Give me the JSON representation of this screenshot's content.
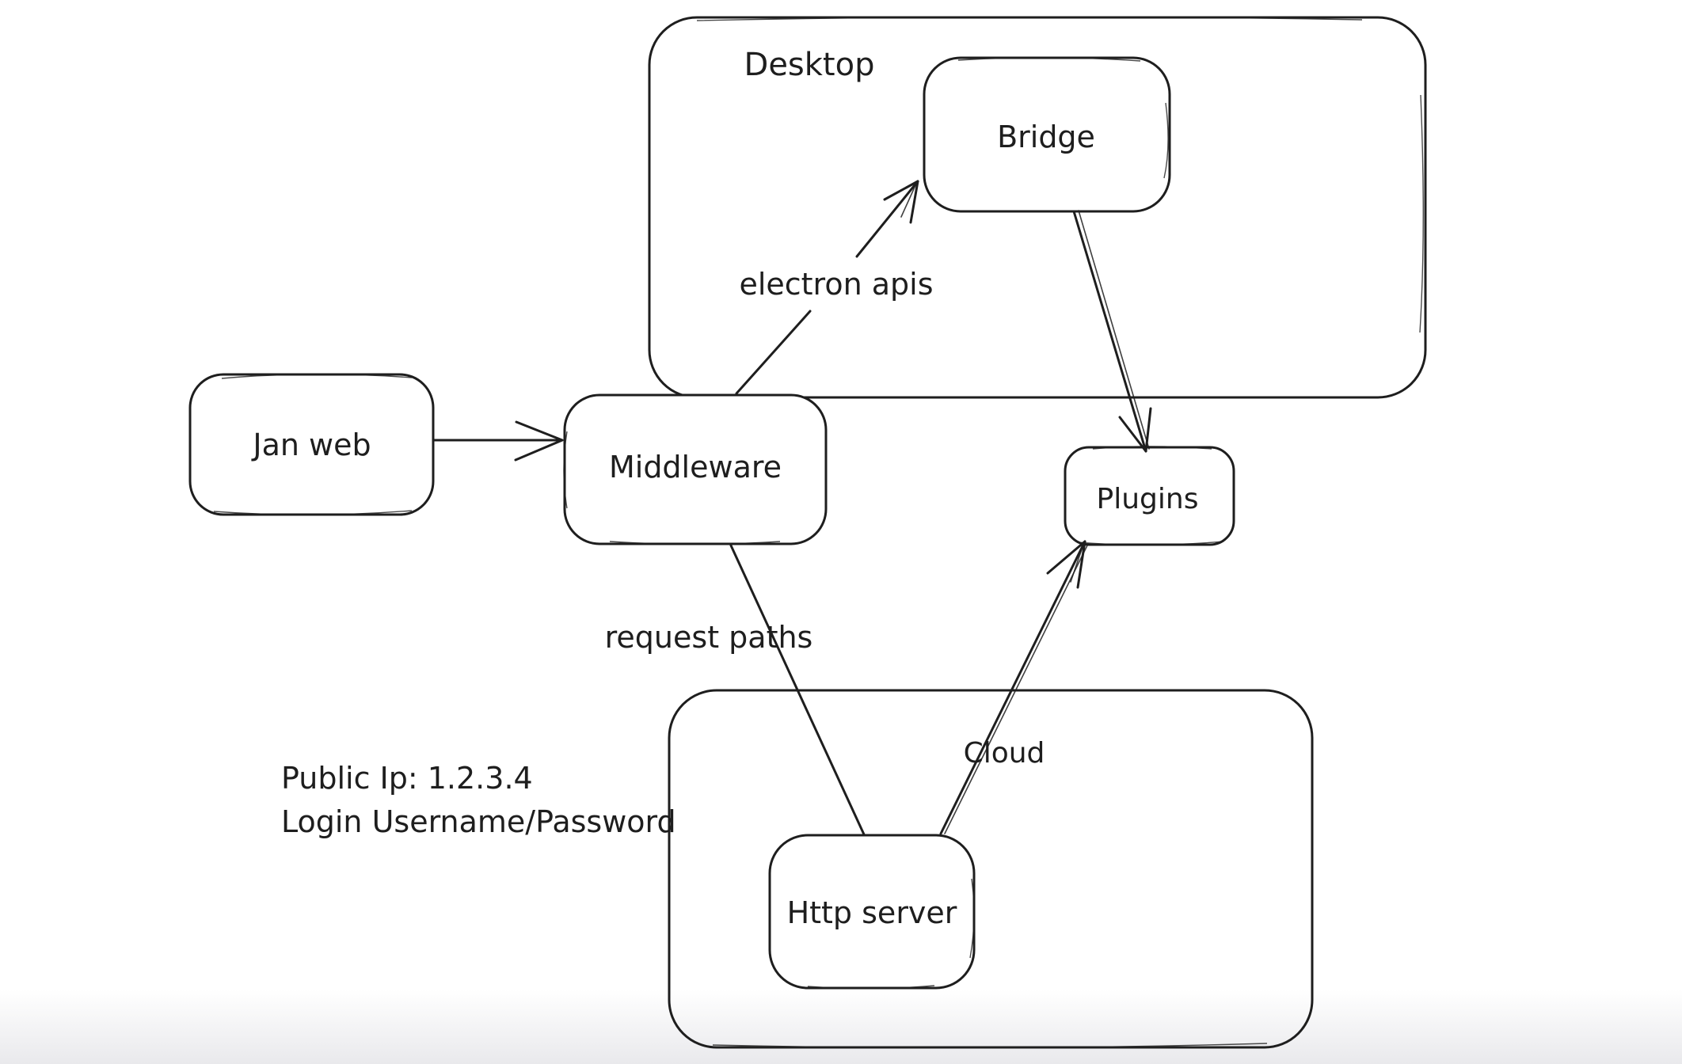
{
  "canvas": {
    "background_color": "#ffffff",
    "stroke_color": "#1e1e1e",
    "bottom_fade_color": "#e9e9ec",
    "style": "hand-drawn whiteboard diagram"
  },
  "containers": [
    {
      "id": "desktop",
      "label": "Desktop"
    },
    {
      "id": "cloud",
      "label": "Cloud"
    }
  ],
  "nodes": [
    {
      "id": "jan-web",
      "label": "Jan web"
    },
    {
      "id": "middleware",
      "label": "Middleware"
    },
    {
      "id": "bridge",
      "label": "Bridge"
    },
    {
      "id": "plugins",
      "label": "Plugins"
    },
    {
      "id": "http-server",
      "label": "Http server"
    }
  ],
  "edges": [
    {
      "id": "jan-web-to-middleware",
      "from": "Jan web",
      "to": "Middleware",
      "label": "",
      "arrowhead": "end"
    },
    {
      "id": "middleware-to-bridge",
      "from": "Middleware",
      "to": "Bridge",
      "label": "electron apis",
      "arrowhead": "end"
    },
    {
      "id": "bridge-to-plugins",
      "from": "Bridge",
      "to": "Plugins",
      "label": "",
      "arrowhead": "end"
    },
    {
      "id": "middleware-to-http-server",
      "from": "Middleware",
      "to": "Http server",
      "label": "request paths",
      "arrowhead": "none"
    },
    {
      "id": "http-server-to-plugins",
      "from": "Http server",
      "to": "Plugins",
      "label": "",
      "arrowhead": "end"
    }
  ],
  "annotations": {
    "public_ip": "Public Ip: 1.2.3.4",
    "login": "Login Username/Password"
  }
}
